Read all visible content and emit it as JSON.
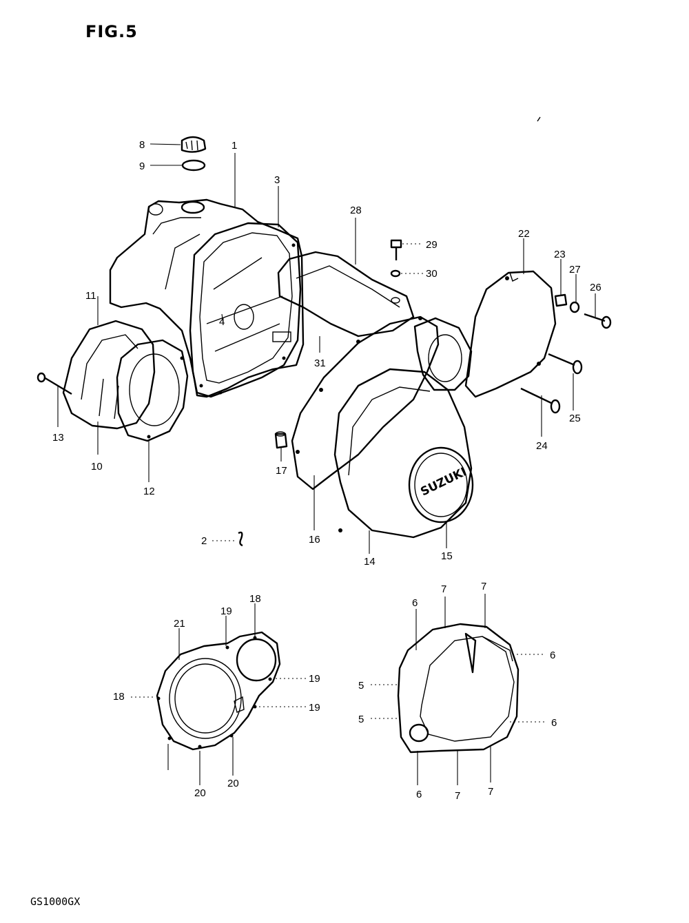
{
  "figure": {
    "title": "FIG.5",
    "model_code": "GS1000GX"
  },
  "cover_logo": "SUZUKI",
  "callouts": {
    "c1": "1",
    "c2": "2",
    "c3": "3",
    "c4": "4",
    "c8": "8",
    "c9": "9",
    "c10": "10",
    "c11": "11",
    "c12": "12",
    "c13": "13",
    "c14": "14",
    "c15": "15",
    "c16": "16",
    "c17": "17",
    "c18a": "18",
    "c18b": "18",
    "c19a": "19",
    "c19b": "19",
    "c19c": "19",
    "c20a": "20",
    "c20b": "20",
    "c21": "21",
    "c22": "22",
    "c23": "23",
    "c24": "24",
    "c25": "25",
    "c26": "26",
    "c27": "27",
    "c28": "28",
    "c29": "29",
    "c30": "30",
    "c31": "31",
    "c5a": "5",
    "c5b": "5",
    "c6a": "6",
    "c6b": "6",
    "c6c": "6",
    "c6d": "6",
    "c7a": "7",
    "c7b": "7",
    "c7c": "7",
    "c7d": "7"
  }
}
